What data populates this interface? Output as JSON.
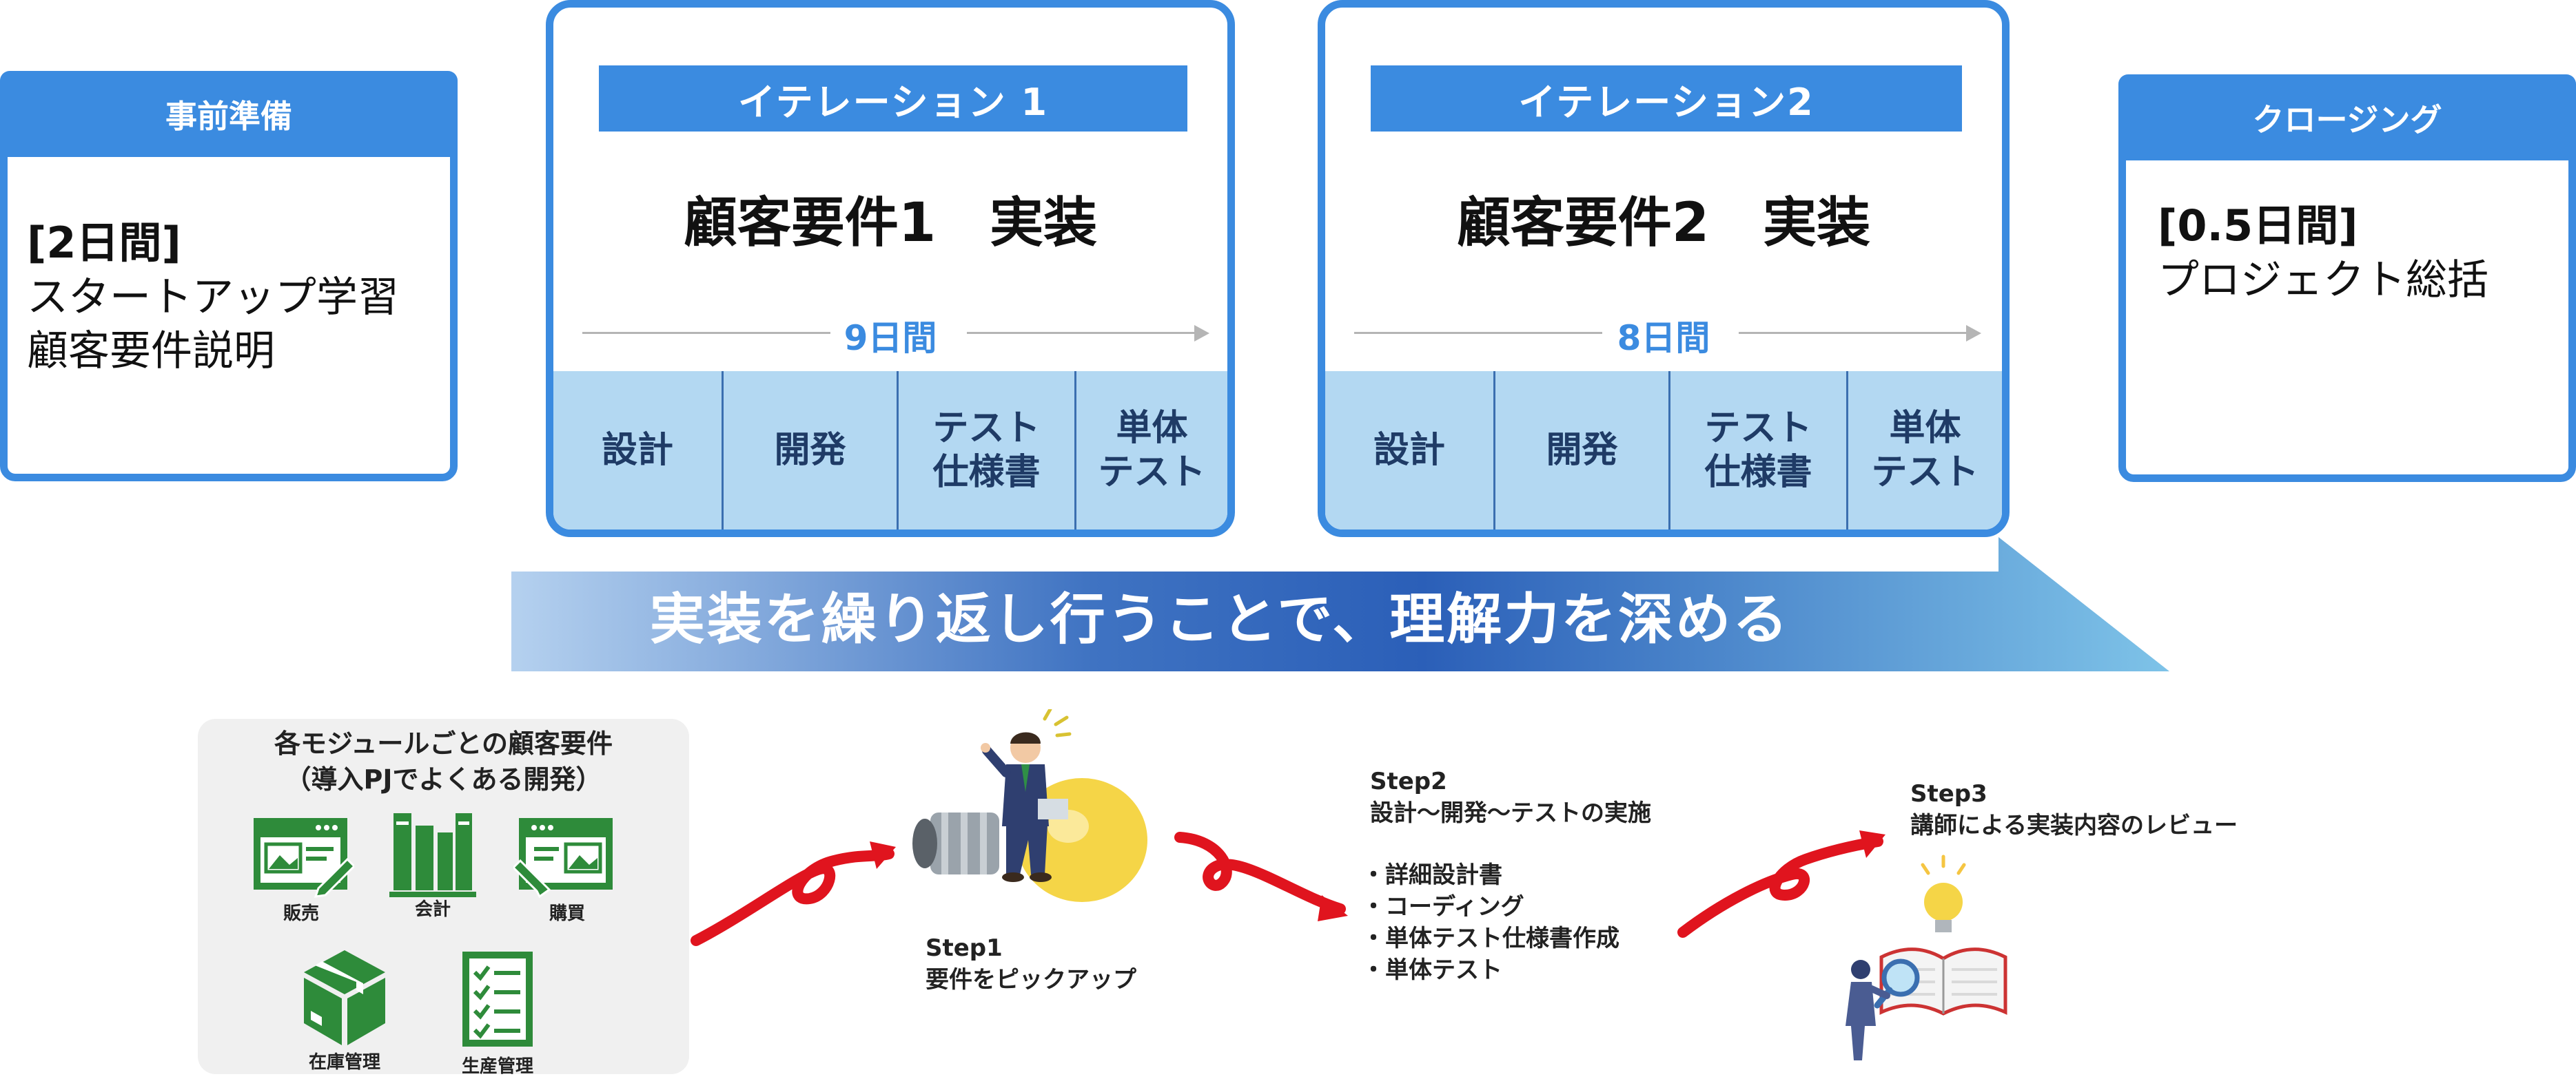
{
  "colors": {
    "accent": "#3b8be0",
    "task_bg": "#b3d8f2",
    "curve": "#e0141e",
    "module_green": "#2e8b3a"
  },
  "prep": {
    "header": "事前準備",
    "duration": "[2日間]",
    "lines": [
      "スタートアップ学習",
      "顧客要件説明"
    ]
  },
  "iterations": [
    {
      "bar": "イテレーション 1",
      "title": "顧客要件1　実装",
      "days": "9日間",
      "tasks": [
        "設計",
        "開発",
        "テスト\n仕様書",
        "単体\nテスト"
      ]
    },
    {
      "bar": "イテレーション2",
      "title": "顧客要件2　実装",
      "days": "8日間",
      "tasks": [
        "設計",
        "開発",
        "テスト\n仕様書",
        "単体\nテスト"
      ]
    }
  ],
  "closing": {
    "header": "クロージング",
    "duration": "[0.5日間]",
    "lines": [
      "プロジェクト総括"
    ]
  },
  "banner": "実装を繰り返し行うことで、理解力を深める",
  "modules": {
    "title_line1": "各モジュールごとの顧客要件",
    "title_line2": "（導入PJでよくある開発）",
    "items": [
      "販売",
      "会計",
      "購買",
      "在庫管理",
      "生産管理"
    ]
  },
  "step1": {
    "title": "Step1",
    "desc": "要件をピックアップ"
  },
  "step2": {
    "title": "Step2",
    "desc": "設計～開発～テストの実施",
    "bullets": [
      "詳細設計書",
      "コーディング",
      "単体テスト仕様書作成",
      "単体テスト"
    ]
  },
  "step3": {
    "title": "Step3",
    "desc": "講師による実装内容のレビュー"
  }
}
